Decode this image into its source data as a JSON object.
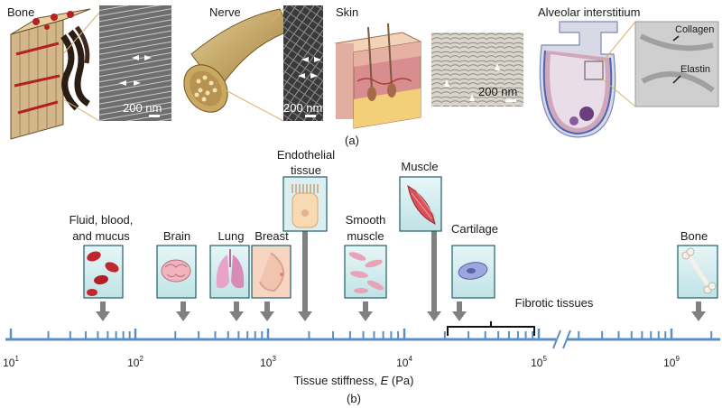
{
  "panel_a": {
    "caption": "(a)",
    "panels": [
      {
        "title": "Bone",
        "scale": "200 nm"
      },
      {
        "title": "Nerve",
        "scale": "200 nm"
      },
      {
        "title": "Skin",
        "scale": "200 nm"
      },
      {
        "title": "Alveolar interstitium",
        "labels": [
          "Collagen",
          "Elastin"
        ]
      }
    ]
  },
  "panel_b": {
    "caption": "(b)",
    "axis_label_main": "Tissue stiffness, ",
    "axis_label_var": "E",
    "axis_label_unit": " (Pa)",
    "ticks": [
      {
        "base": "10",
        "exp": "1"
      },
      {
        "base": "10",
        "exp": "2"
      },
      {
        "base": "10",
        "exp": "3"
      },
      {
        "base": "10",
        "exp": "4"
      },
      {
        "base": "10",
        "exp": "5"
      },
      {
        "base": "10",
        "exp": "9"
      }
    ],
    "tissues": [
      {
        "name": "fluid",
        "lines": [
          "Fluid, blood,",
          "and mucus"
        ],
        "icon": "red-blood-cells-icon"
      },
      {
        "name": "brain",
        "lines": [
          "Brain"
        ],
        "icon": "brain-icon"
      },
      {
        "name": "lung",
        "lines": [
          "Lung"
        ],
        "icon": "lung-icon"
      },
      {
        "name": "breast",
        "lines": [
          "Breast"
        ],
        "icon": "breast-icon"
      },
      {
        "name": "endothelial",
        "lines": [
          "Endothelial",
          "tissue"
        ],
        "icon": "endothelial-cell-icon"
      },
      {
        "name": "smooth-muscle",
        "lines": [
          "Smooth",
          "muscle"
        ],
        "icon": "smooth-muscle-cells-icon"
      },
      {
        "name": "muscle",
        "lines": [
          "Muscle"
        ],
        "icon": "muscle-fiber-icon"
      },
      {
        "name": "cartilage",
        "lines": [
          "Cartilage"
        ],
        "icon": "chondrocyte-icon"
      },
      {
        "name": "bone",
        "lines": [
          "Bone"
        ],
        "icon": "bone-icon"
      }
    ],
    "bracket_label": "Fibrotic tissues"
  },
  "colors": {
    "axis": "#5b8fc4",
    "arrow": "#808080",
    "box_fill": "#dff0f2",
    "box_stroke": "#1f5e6b"
  }
}
